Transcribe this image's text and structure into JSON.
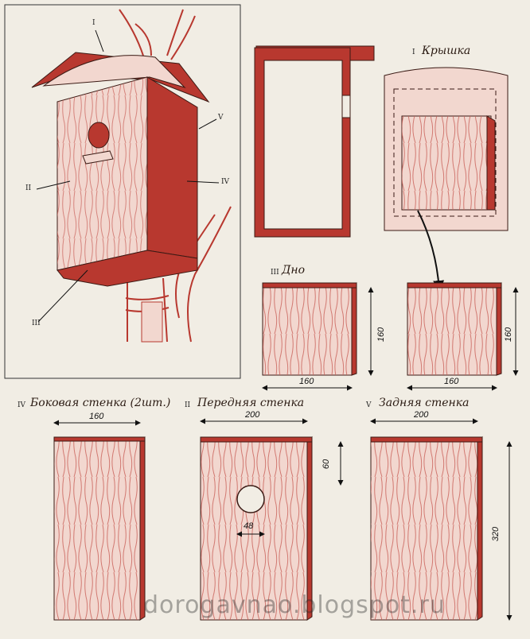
{
  "palette": {
    "wood_red": "#b8382f",
    "wood_light": "#f2d7cf",
    "grain": "#c9615a",
    "ink": "#1e1a18",
    "paper": "#f1ede4"
  },
  "part_labels": {
    "lid": "Крышка",
    "bottom": "Дно",
    "side_wall": "Боковая стенка (2шт.)",
    "front_wall": "Передняя стенка",
    "back_wall": "Задняя стенка"
  },
  "numerals": {
    "lid": "I",
    "front_wall": "II",
    "bottom": "III",
    "side_wall": "IV",
    "back_wall": "V"
  },
  "dimensions": {
    "bottom_width": "160",
    "bottom_depth": "160",
    "bottom_assembled_width": "160",
    "bottom_assembled_depth": "160",
    "side_width": "160",
    "front_width": "200",
    "hole_offset": "60",
    "hole_diameter": "48",
    "back_width": "200",
    "back_height": "320"
  },
  "watermark": "dorogavnao.blogspot.ru"
}
